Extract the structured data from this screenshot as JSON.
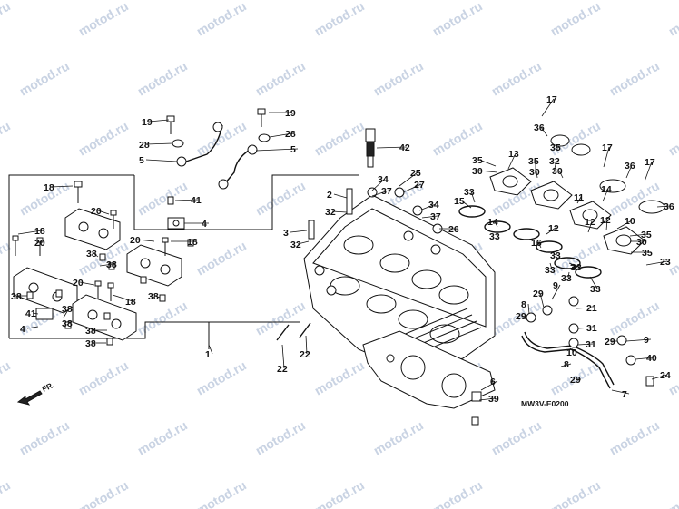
{
  "diagram": {
    "code_label": "MW3V-E0200",
    "front_label": "FR.",
    "watermark_text": "motod.ru",
    "callouts": [
      "1",
      "2",
      "3",
      "4",
      "5",
      "6",
      "7",
      "8",
      "9",
      "10",
      "11",
      "12",
      "13",
      "14",
      "15",
      "16",
      "17",
      "18",
      "19",
      "20",
      "21",
      "22",
      "23",
      "24",
      "25",
      "26",
      "27",
      "28",
      "29",
      "30",
      "31",
      "32",
      "33",
      "34",
      "35",
      "36",
      "37",
      "38",
      "39",
      "40",
      "41",
      "42"
    ]
  }
}
